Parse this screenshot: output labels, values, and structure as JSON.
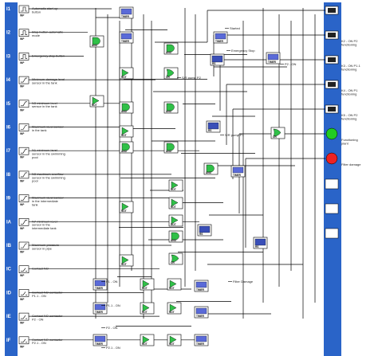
{
  "inputs": [
    {
      "id": "I1",
      "text": "Automatic start-up button",
      "kind": "btn"
    },
    {
      "id": "I2",
      "text": "Stop button automatic mode",
      "kind": "btn"
    },
    {
      "id": "I3",
      "text": "Emergency stop button",
      "kind": "btn"
    },
    {
      "id": "I4",
      "text": "Minimum damage level sensor in the tank",
      "kind": "sensor"
    },
    {
      "id": "I5",
      "text": "N3 minimum level sensor in the tank",
      "kind": "sensor"
    },
    {
      "id": "I6",
      "text": "Maximum level sensor in the tank",
      "kind": "sensor"
    },
    {
      "id": "I7",
      "text": "N1 minimum level sensor in the swimming pool",
      "kind": "sensor"
    },
    {
      "id": "I8",
      "text": "N3 maximum overflow sensor in the swimming pool",
      "kind": "sensor"
    },
    {
      "id": "I9",
      "text": "Maximum level sensor in the intermediate tank",
      "kind": "sensor"
    },
    {
      "id": "IA",
      "text": "N7 minimum level sensor in the intermediate tank",
      "kind": "sensor"
    },
    {
      "id": "IB",
      "text": "Maximum pressure sensor in pipe",
      "kind": "sensor"
    },
    {
      "id": "IC",
      "text": "Contact NO",
      "kind": "contact"
    },
    {
      "id": "ID",
      "text": "Contact NO contactor P1.1 - ON",
      "kind": "contact"
    },
    {
      "id": "IE",
      "text": "Contact NO contactor P2 - ON",
      "kind": "contact"
    },
    {
      "id": "IF",
      "text": "Contact NO contactor P2.1 - ON",
      "kind": "contact"
    }
  ],
  "outputs": [
    {
      "id": "Q1",
      "text": "",
      "color": "#1a1a1a",
      "type": "relay"
    },
    {
      "id": "Q2",
      "text": "K2 - ON P2 functioning",
      "color": "#1a1a1a",
      "type": "relay"
    },
    {
      "id": "Q3",
      "text": "K3 - ON P1.1 functioning",
      "color": "#1a1a1a",
      "type": "relay"
    },
    {
      "id": "Q4",
      "text": "K4 - ON P1 functioning",
      "color": "#1a1a1a",
      "type": "relay"
    },
    {
      "id": "Q5",
      "text": "K5 - ON P2 functioning",
      "color": "#1a1a1a",
      "type": "relay"
    },
    {
      "id": "Q6",
      "text": "Functioning plant",
      "color": "#22cc22",
      "type": "lamp"
    },
    {
      "id": "Q7",
      "text": "Filter damage",
      "color": "#ee2222",
      "type": "lamp"
    },
    {
      "id": "Q8",
      "text": "",
      "color": "#ffffff",
      "type": "empty"
    },
    {
      "id": "Q9",
      "text": "",
      "color": "#ffffff",
      "type": "empty"
    },
    {
      "id": "QA",
      "text": "",
      "color": "#ffffff",
      "type": "empty"
    }
  ],
  "annotations": {
    "started": "Started",
    "emergency_stop": "Emergency Stop",
    "sr_pump_p2": "S/R pump P2",
    "sr_pump_p1": "S/R pump P1",
    "p2_on": "P2 - ON",
    "filter_damage": "Filter Damage",
    "p1_on": "P1 - ON",
    "p1_1_on": "P1.1 - ON",
    "p2_on_b": "P2 - ON",
    "p2_1_on": "P2.1 - ON"
  },
  "block_labels": {
    "and": "AND",
    "or": "OR",
    "not": "NOT",
    "rs": "RS",
    "timer": "TIMER",
    "inp": "INP"
  },
  "colors": {
    "rail": "#2a64c8",
    "wire": "#000000",
    "block": "#ffffff",
    "gate_green": "#30c048"
  }
}
